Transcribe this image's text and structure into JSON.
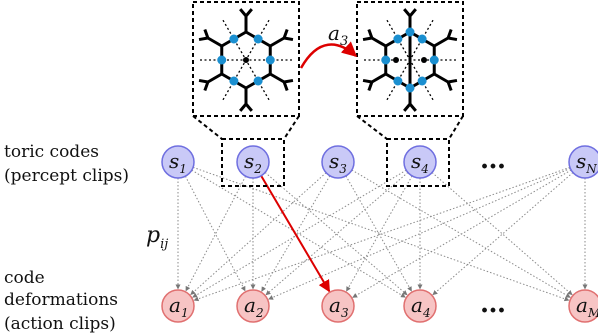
{
  "left_labels": {
    "top_line1": "toric codes",
    "top_line2": "(percept clips)",
    "weight": "p",
    "weight_sub": "ij",
    "bottom_line1": "code",
    "bottom_line2": "deformations",
    "bottom_line3": "(action clips)"
  },
  "percept_clips": [
    {
      "base": "s",
      "sub": "1"
    },
    {
      "base": "s",
      "sub": "2"
    },
    {
      "base": "s",
      "sub": "3"
    },
    {
      "base": "s",
      "sub": "4"
    },
    {
      "base": "s",
      "sub": "N"
    }
  ],
  "action_clips": [
    {
      "base": "a",
      "sub": "1"
    },
    {
      "base": "a",
      "sub": "2"
    },
    {
      "base": "a",
      "sub": "3"
    },
    {
      "base": "a",
      "sub": "4"
    },
    {
      "base": "a",
      "sub": "M"
    }
  ],
  "ellipsis": "…",
  "transition": {
    "base": "a",
    "sub": "3"
  },
  "colors": {
    "percept_fill": "#c9c9f7",
    "percept_stroke": "#6f6fe0",
    "action_fill": "#f7c4c4",
    "action_stroke": "#e07070",
    "highlight_edge": "#dd0000",
    "qubit": "#1a8fd0"
  }
}
